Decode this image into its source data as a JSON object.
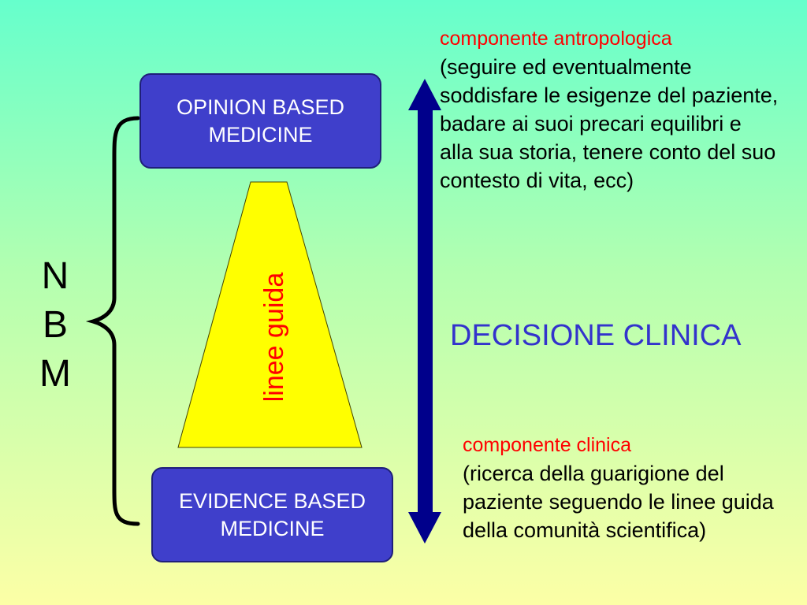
{
  "colors": {
    "box_fill": "#3f3fcb",
    "box_text": "#ffffff",
    "arrow": "#00008b",
    "triangle_fill": "#ffff00",
    "highlight_red": "#ff0000",
    "decision_blue": "#3333cc"
  },
  "boxes": {
    "opinion": {
      "line1": "OPINION BASED",
      "line2": "MEDICINE"
    },
    "evidence": {
      "line1": "EVIDENCE BASED",
      "line2": "MEDICINE"
    }
  },
  "triangle": {
    "label": "linee guida"
  },
  "brace_label": {
    "letters": [
      "N",
      "B",
      "M"
    ]
  },
  "arrow": {
    "style": "double-headed vertical"
  },
  "notes": {
    "anthropological": {
      "heading": "componente antropologica",
      "body": "(seguire ed eventualmente soddisfare le esigenze del paziente, badare ai suoi precari equilibri e alla sua storia, tenere conto del suo contesto di vita, ecc)"
    },
    "clinical": {
      "heading": "componente clinica",
      "body": "(ricerca della guarigione del paziente seguendo le linee guida della comunità scientifica)"
    }
  },
  "decision": {
    "title": "DECISIONE CLINICA"
  }
}
